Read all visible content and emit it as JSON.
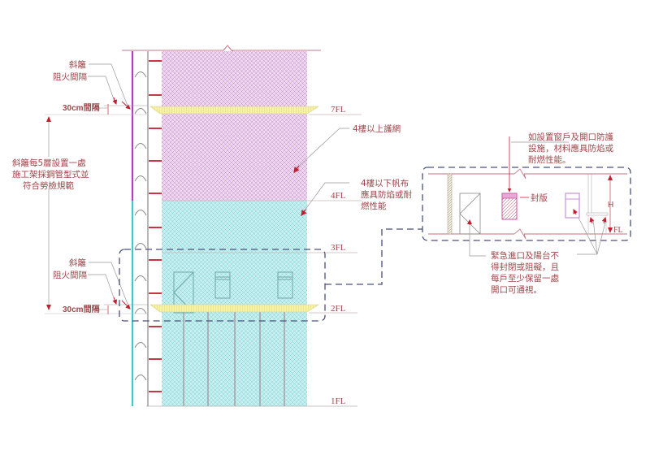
{
  "floors": [
    {
      "id": "7FL",
      "label": "7FL"
    },
    {
      "id": "4FL",
      "label": "4FL"
    },
    {
      "id": "3FL",
      "label": "3FL"
    },
    {
      "id": "2FL",
      "label": "2FL"
    },
    {
      "id": "1FL",
      "label": "1FL"
    }
  ],
  "left_labels": {
    "upper": {
      "slant": "斜籬",
      "fire_gap": "阻火間隔",
      "gap": "30cm間隔"
    },
    "lower": {
      "slant": "斜籬",
      "fire_gap": "阻火間隔",
      "gap": "30cm間隔"
    },
    "spec": [
      "斜籬每5層設置一處",
      "施工架採鋼管型式並",
      "符合勞檢規範"
    ]
  },
  "callouts": {
    "upper_net": "4樓以上護網",
    "lower_canvas": [
      "4樓以下帆布",
      "應具防焰或耐",
      "燃性能"
    ]
  },
  "detail": {
    "note_top": [
      "如設置窗戶及開口防護",
      "設施，材料應具防焰或",
      "耐燃性能。"
    ],
    "seal_label": "封版",
    "h_label": "H",
    "fl_label": "FL",
    "note_bottom": [
      "緊急進口及陽台不",
      "得封閉或阻礙，且",
      "每戶至少保留一處",
      "開口可通視。"
    ]
  },
  "colors": {
    "text": "#a0464b",
    "upper_net": "#e8c8e8",
    "lower_canvas": "#bfeeee",
    "catch_platform": "#f5f0a0",
    "standard_upper": "#b040c0",
    "standard_lower": "#40c8c8",
    "dashed_box": "#4a5080",
    "tie_red": "#c02030"
  }
}
